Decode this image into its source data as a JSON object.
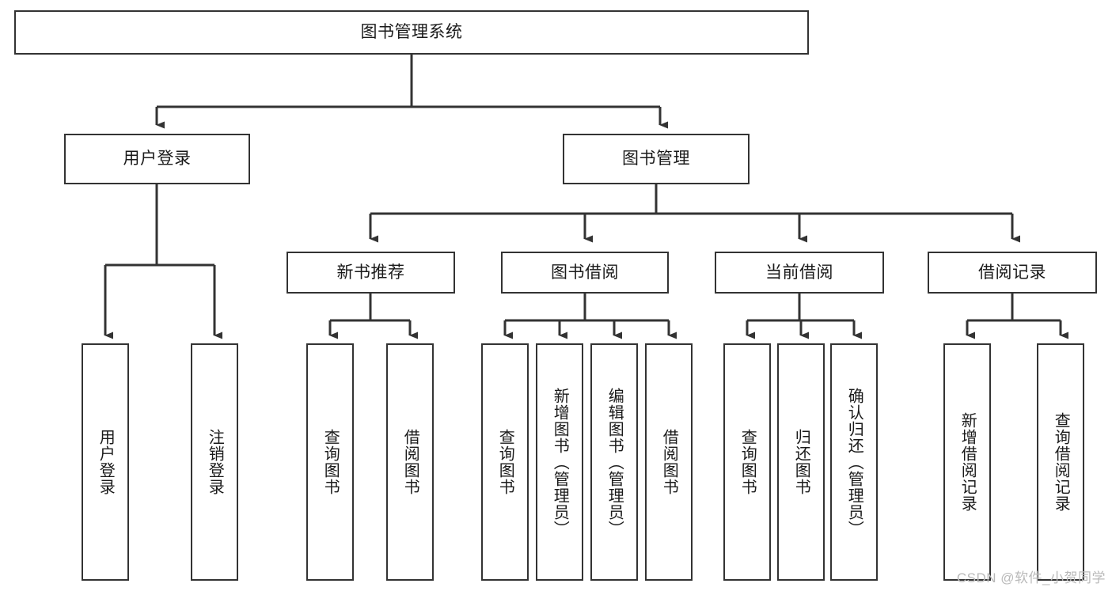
{
  "diagram": {
    "type": "tree-hierarchy",
    "title": "图书管理系统",
    "watermark": "CSDN @软件_小贺同学",
    "colors": {
      "box_border": "#333333",
      "box_fill": "#ffffff",
      "connector": "#333333",
      "text": "#1a1a1a",
      "watermark": "#b9b9b9"
    },
    "nodes": {
      "root": {
        "label": "图书管理系统",
        "level": 1,
        "orientation": "horizontal"
      },
      "n_user_login": {
        "label": "用户登录",
        "level": 2,
        "orientation": "horizontal"
      },
      "n_book_mgmt": {
        "label": "图书管理",
        "level": 2,
        "orientation": "horizontal"
      },
      "n_new_book_rec": {
        "label": "新书推荐",
        "level": 3,
        "orientation": "horizontal"
      },
      "n_book_borrow": {
        "label": "图书借阅",
        "level": 3,
        "orientation": "horizontal"
      },
      "n_current_borrow": {
        "label": "当前借阅",
        "level": 3,
        "orientation": "horizontal"
      },
      "n_borrow_record": {
        "label": "借阅记录",
        "level": 3,
        "orientation": "horizontal"
      },
      "leaf_user_login": {
        "label": "用户登录",
        "level": 4,
        "orientation": "vertical"
      },
      "leaf_user_logout": {
        "label": "注销登录",
        "level": 4,
        "orientation": "vertical"
      },
      "leaf_query_book_1": {
        "label": "查询图书",
        "level": 4,
        "orientation": "vertical"
      },
      "leaf_borrow_book_1": {
        "label": "借阅图书",
        "level": 4,
        "orientation": "vertical"
      },
      "leaf_query_book_2": {
        "label": "查询图书",
        "level": 4,
        "orientation": "vertical"
      },
      "leaf_add_book": {
        "label": "新增图书（管理员）",
        "level": 4,
        "orientation": "vertical"
      },
      "leaf_edit_book": {
        "label": "编辑图书（管理员）",
        "level": 4,
        "orientation": "vertical"
      },
      "leaf_borrow_book_2": {
        "label": "借阅图书",
        "level": 4,
        "orientation": "vertical"
      },
      "leaf_query_book_3": {
        "label": "查询图书",
        "level": 4,
        "orientation": "vertical"
      },
      "leaf_return_book": {
        "label": "归还图书",
        "level": 4,
        "orientation": "vertical"
      },
      "leaf_confirm_return": {
        "label": "确认归还（管理员）",
        "level": 4,
        "orientation": "vertical"
      },
      "leaf_add_record": {
        "label": "新增借阅记录",
        "level": 4,
        "orientation": "vertical"
      },
      "leaf_query_record": {
        "label": "查询借阅记录",
        "level": 4,
        "orientation": "vertical"
      }
    },
    "edges": [
      {
        "from": "root",
        "to": "n_user_login"
      },
      {
        "from": "root",
        "to": "n_book_mgmt"
      },
      {
        "from": "n_book_mgmt",
        "to": "n_new_book_rec"
      },
      {
        "from": "n_book_mgmt",
        "to": "n_book_borrow"
      },
      {
        "from": "n_book_mgmt",
        "to": "n_current_borrow"
      },
      {
        "from": "n_book_mgmt",
        "to": "n_borrow_record"
      },
      {
        "from": "n_user_login",
        "to": "leaf_user_login"
      },
      {
        "from": "n_user_login",
        "to": "leaf_user_logout"
      },
      {
        "from": "n_new_book_rec",
        "to": "leaf_query_book_1"
      },
      {
        "from": "n_new_book_rec",
        "to": "leaf_borrow_book_1"
      },
      {
        "from": "n_book_borrow",
        "to": "leaf_query_book_2"
      },
      {
        "from": "n_book_borrow",
        "to": "leaf_add_book"
      },
      {
        "from": "n_book_borrow",
        "to": "leaf_edit_book"
      },
      {
        "from": "n_book_borrow",
        "to": "leaf_borrow_book_2"
      },
      {
        "from": "n_current_borrow",
        "to": "leaf_query_book_3"
      },
      {
        "from": "n_current_borrow",
        "to": "leaf_return_book"
      },
      {
        "from": "n_current_borrow",
        "to": "leaf_confirm_return"
      },
      {
        "from": "n_borrow_record",
        "to": "leaf_add_record"
      },
      {
        "from": "n_borrow_record",
        "to": "leaf_query_record"
      }
    ]
  }
}
